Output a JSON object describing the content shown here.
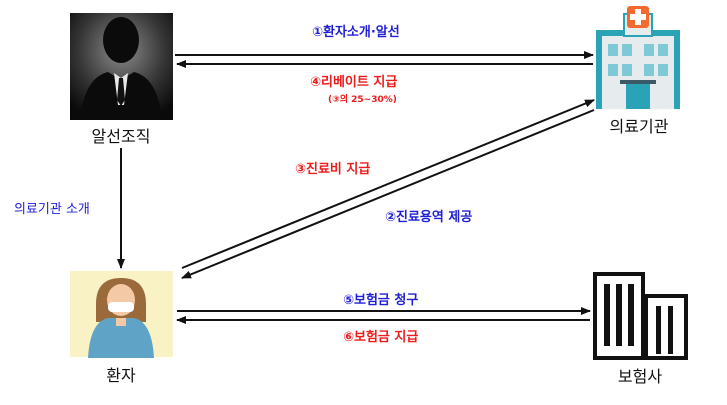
{
  "nodes": {
    "broker": {
      "label": "알선조직",
      "icon": "businessman-silhouette-icon"
    },
    "hospital": {
      "label": "의료기관",
      "icon": "hospital-building-icon"
    },
    "patient": {
      "label": "환자",
      "icon": "patient-icon"
    },
    "insurer": {
      "label": "보험사",
      "icon": "office-building-icon"
    }
  },
  "flows": {
    "f1": {
      "label": "①환자소개·알선"
    },
    "f4": {
      "label": "④리베이트 지급",
      "note": "(③의 25~30%)"
    },
    "f3": {
      "label": "③진료비 지급"
    },
    "f2": {
      "label": "②진료용역 제공"
    },
    "intro": {
      "label": "의료기관 소개"
    },
    "f5": {
      "label": "⑤보험금 청구"
    },
    "f6": {
      "label": "⑥보험금 지급"
    }
  },
  "colors": {
    "blue": "#1f1fd6",
    "red": "#ee1b1b",
    "arrow": "#111111"
  }
}
